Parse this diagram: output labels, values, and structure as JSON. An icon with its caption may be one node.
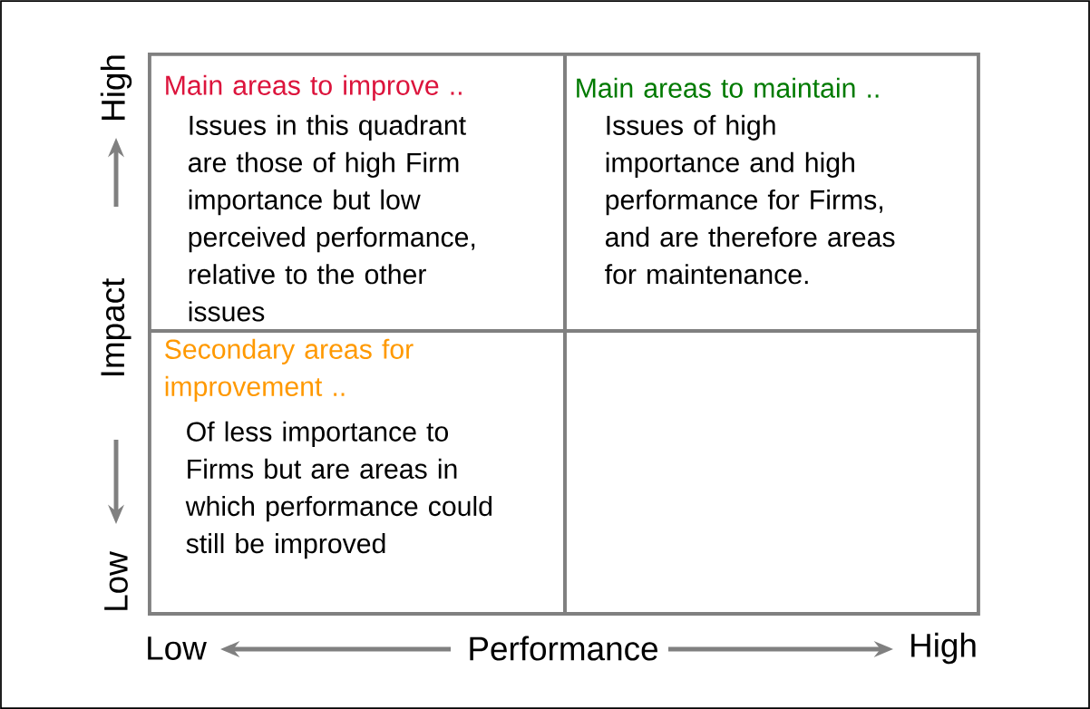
{
  "diagram": {
    "nodes": [
      {
        "text": [
          "Main areas to improve ..",
          "Issues in this quadrant are those of high Firm importance but low perceived performance, relative to the other issues"
        ]
      },
      {
        "text": [
          "Main areas to maintain ..",
          "Issues of high importance and high performance for Firms, and are therefore areas for maintenance."
        ]
      },
      {
        "text": [
          "Secondary areas for improvement ..",
          "Of less importance to Firms but are areas in which performance could still be improved"
        ]
      },
      {
        "text": [],
        "shape": "box"
      }
    ],
    "labels": [
      "High",
      "Impact",
      "Low",
      "Low",
      "Performance",
      "High"
    ]
  }
}
